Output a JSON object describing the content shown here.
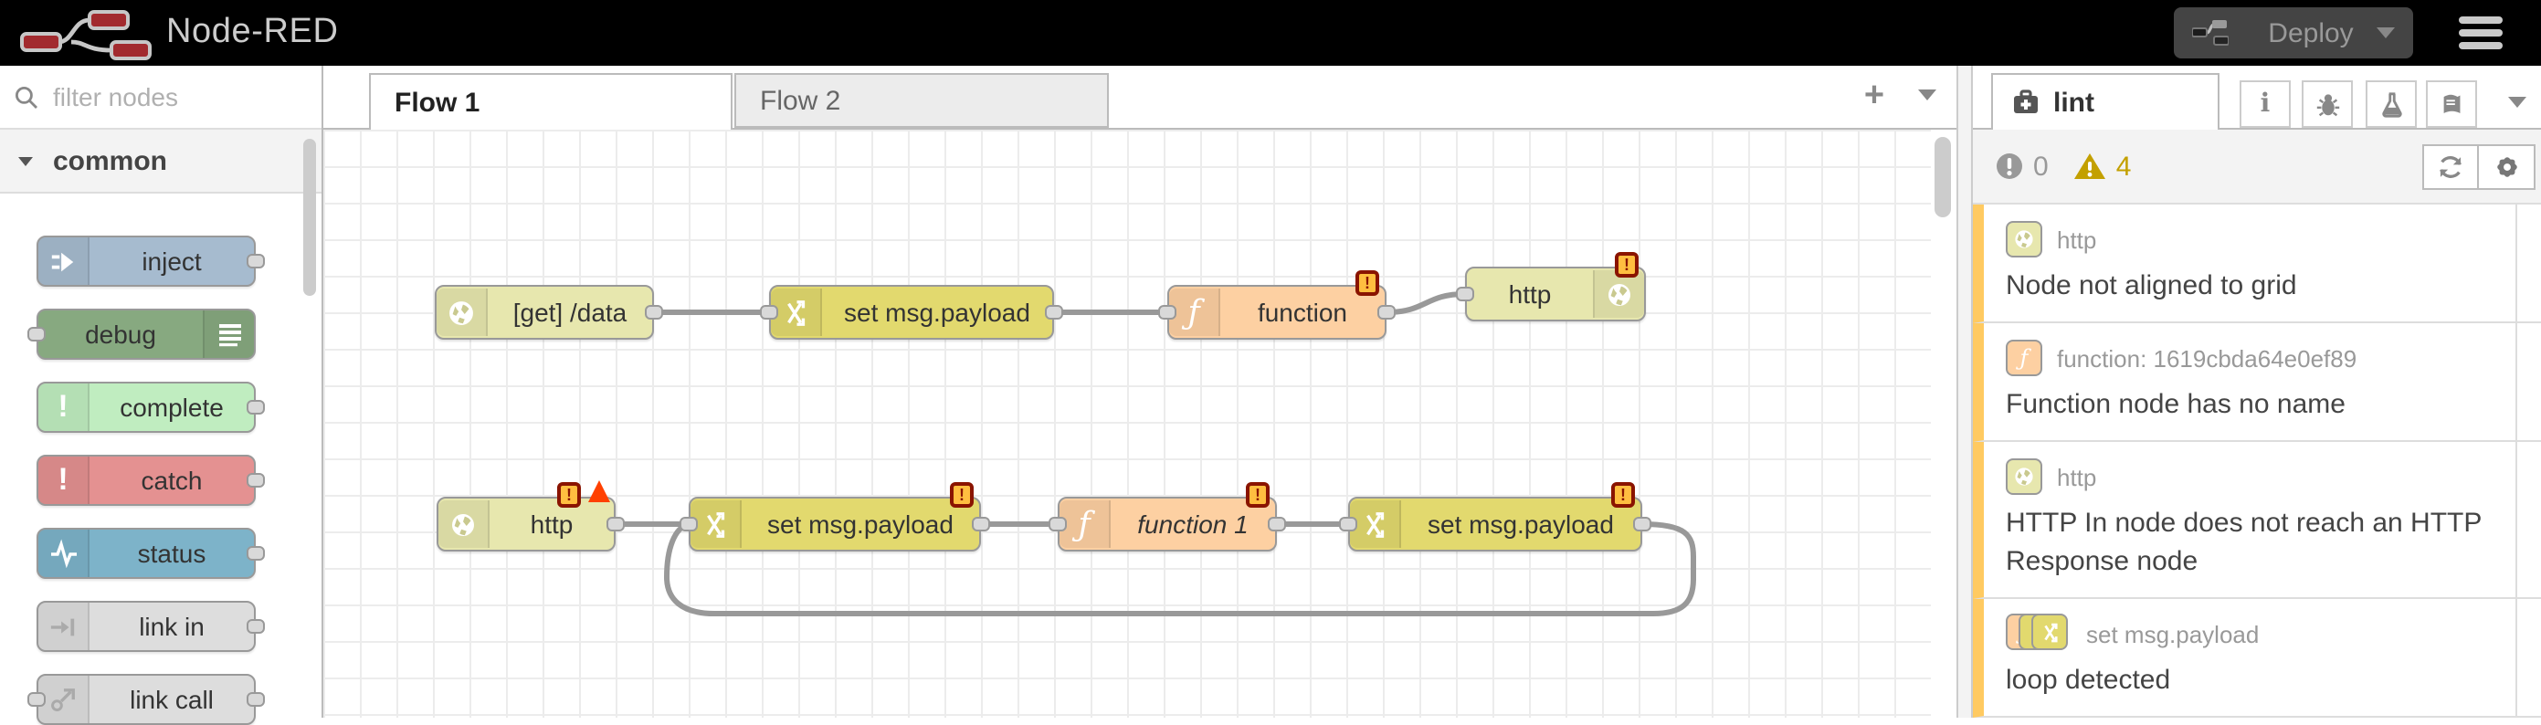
{
  "header": {
    "app_title": "Node-RED",
    "deploy": {
      "label": "Deploy"
    }
  },
  "palette": {
    "search_placeholder": "filter nodes",
    "category_label": "common",
    "nodes": [
      {
        "label": "inject"
      },
      {
        "label": "debug"
      },
      {
        "label": "complete"
      },
      {
        "label": "catch"
      },
      {
        "label": "status"
      },
      {
        "label": "link in"
      },
      {
        "label": "link call"
      }
    ]
  },
  "workspace": {
    "tabs": [
      {
        "label": "Flow 1"
      },
      {
        "label": "Flow 2"
      }
    ],
    "add_tab_label": "+",
    "nodes": [
      {
        "type": "http in",
        "label": "[get] /data"
      },
      {
        "type": "change",
        "label": "set msg.payload"
      },
      {
        "type": "function",
        "label": "function"
      },
      {
        "type": "http response",
        "label": "http"
      },
      {
        "type": "http in",
        "label": "http"
      },
      {
        "type": "change",
        "label": "set msg.payload"
      },
      {
        "type": "function",
        "label": "function 1"
      },
      {
        "type": "change",
        "label": "set msg.payload"
      }
    ]
  },
  "sidebar": {
    "active_tab": "lint",
    "error_count": "0",
    "warning_count": "4",
    "items": [
      {
        "node_type": "http",
        "message": "Node not aligned to grid"
      },
      {
        "node_type": "function: 1619cbda64e0ef89",
        "message": "Function node has no name"
      },
      {
        "node_type": "http",
        "message": "HTTP In node does not reach an HTTP Response node"
      },
      {
        "node_type": "set msg.payload",
        "message": "loop detected"
      }
    ]
  },
  "colors": {
    "node_http_in": "#e7e7ae",
    "node_change": "#e2d96e",
    "node_function": "#fdd0a2",
    "node_inject": "#a6bbcf",
    "node_debug": "#87a980",
    "node_complete": "#c0edc0",
    "node_catch": "#e49191",
    "node_status": "#7db3c9",
    "node_link": "#dddddd",
    "lint_item_border": "#ffca61",
    "warning": "#c3a000",
    "error_gray": "#999999",
    "badge_fill": "#ffbe40",
    "badge_border": "#8a1400",
    "error_triangle": "#ff4000",
    "brand_red": "#a22b2f"
  }
}
